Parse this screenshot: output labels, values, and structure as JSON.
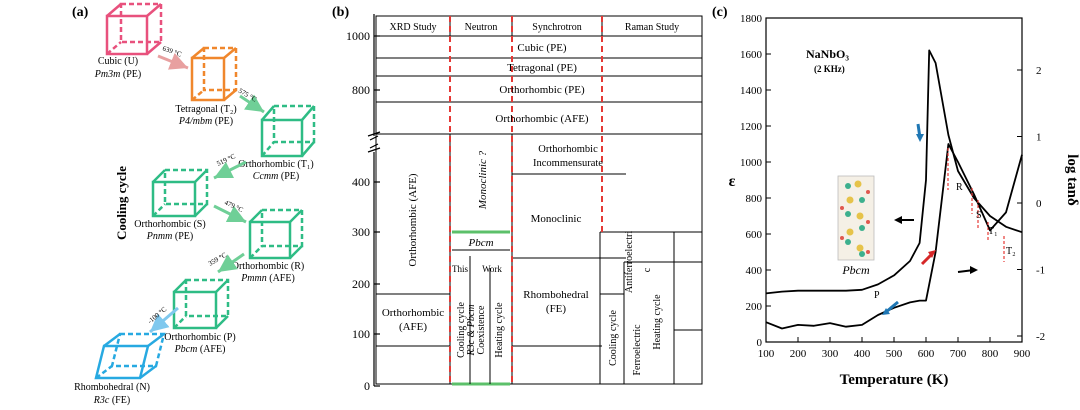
{
  "panel_a": {
    "label": "(a)",
    "side_label": "Cooling cycle",
    "phases": [
      {
        "name": "Cubic (U)",
        "group": "Pm3m",
        "suffix": "(PE)",
        "color": "#e8517d"
      },
      {
        "name": "Tetragonal (T₂)",
        "group": "P4/mbm",
        "suffix": "(PE)",
        "color": "#f0872c"
      },
      {
        "name": "Orthorhombic (T₁)",
        "group": "Ccmm",
        "suffix": "(PE)",
        "color": "#2ebc85"
      },
      {
        "name": "Orthorhombic (S)",
        "group": "Pnmm",
        "suffix": "(PE)",
        "color": "#2ebc85"
      },
      {
        "name": "Orthorhombic (R)",
        "group": "Pmmn",
        "suffix": "(AFE)",
        "color": "#2ebc85"
      },
      {
        "name": "Orthorhombic (P)",
        "group": "Pbcm",
        "suffix": "(AFE)",
        "color": "#2ebc85"
      },
      {
        "name": "Rhombohedral (N)",
        "group": "R3c",
        "suffix": "(FE)",
        "color": "#27a9e1"
      }
    ],
    "transitions": [
      "639 °C",
      "575 °C",
      "519 °C",
      "479 °C",
      "359 °C",
      "-100 °C"
    ]
  },
  "panel_b": {
    "label": "(b)",
    "headers": [
      "XRD Study",
      "Neutron",
      "Synchrotron",
      "Raman  Study"
    ],
    "y_ticks": [
      "1000",
      "800",
      "400",
      "300",
      "200",
      "100",
      "0"
    ],
    "rows_top": [
      "Cubic (PE)",
      "Tetragonal (PE)",
      "Orthorhombic (PE)",
      "Orthorhombic (AFE)"
    ],
    "xrd": [
      "Orthorhombic (AFE)",
      "Orthorhombic",
      "(AFE)"
    ],
    "neutron": [
      "Monoclinic ?",
      "Pbcm",
      "This",
      "Work",
      "Cooling cycle",
      "R3c & Pbcm",
      "Coexistence",
      "Heating cycle"
    ],
    "synchrotron": [
      "Orthorhombic",
      "Incommensurate",
      "Monoclinic",
      "Rhombohedral",
      "(FE)"
    ],
    "raman": [
      "Antiferroelectri",
      "c",
      "Cooling cycle",
      "Heating cycle",
      "Ferroelectric"
    ]
  },
  "panel_c": {
    "label": "(c)",
    "title": "NaNbO₃",
    "subtitle": "(2 KHz)",
    "xlabel": "Temperature (K)",
    "ylabel_left": "ε",
    "ylabel_right": "log tanδ",
    "inset_label": "Pbcm",
    "markers": [
      "R",
      "S",
      "T₁",
      "T₂",
      "P"
    ]
  },
  "chart_data": {
    "type": "line",
    "x": [
      100,
      150,
      200,
      250,
      300,
      350,
      400,
      450,
      500,
      550,
      580,
      600,
      610,
      630,
      650,
      670,
      700,
      750,
      800,
      850,
      900
    ],
    "xlim": [
      100,
      900
    ],
    "ylim": [
      0,
      1800
    ],
    "x_ticks": [
      "100",
      "200",
      "300",
      "400",
      "500",
      "600",
      "700",
      "800",
      "900"
    ],
    "y_ticks": [
      "0",
      "200",
      "400",
      "600",
      "800",
      "1000",
      "1200",
      "1400",
      "1600",
      "1800"
    ],
    "y2_ticks": [
      "-2",
      "-1",
      "0",
      "1",
      "2"
    ],
    "series": [
      {
        "values": [
          270,
          280,
          285,
          285,
          285,
          285,
          290,
          320,
          370,
          450,
          550,
          900,
          1620,
          1550,
          1350,
          1150,
          950,
          800,
          700,
          640,
          610
        ]
      },
      {
        "values": [
          110,
          75,
          95,
          90,
          105,
          85,
          95,
          150,
          190,
          220,
          230,
          230,
          320,
          500,
          800,
          1100,
          1000,
          820,
          620,
          720,
          1040
        ]
      }
    ]
  }
}
